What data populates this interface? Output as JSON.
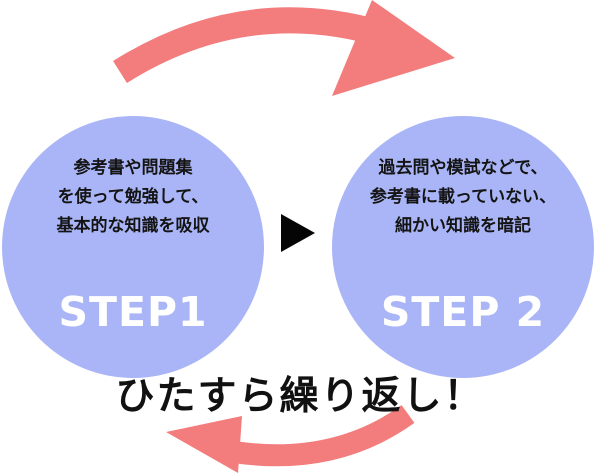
{
  "colors": {
    "circle": "#a9b5f6",
    "arrow": "#f37c7d",
    "step_label": "#ffffff",
    "text": "#141414"
  },
  "steps": [
    {
      "lines": [
        "参考書や問題集",
        "を使って勉強して、",
        "基本的な知識を吸収"
      ],
      "label": "STEP1"
    },
    {
      "lines": [
        "過去問や模試などで、",
        "参考書に載っていない、",
        "細かい知識を暗記"
      ],
      "label": "STEP 2"
    }
  ],
  "footer": {
    "text": "ひたすら繰り返し！"
  },
  "icons": {
    "between": "play-triangle-icon",
    "top_arrow": "curved-arrow-right-icon",
    "bottom_arrow": "curved-arrow-left-icon"
  }
}
